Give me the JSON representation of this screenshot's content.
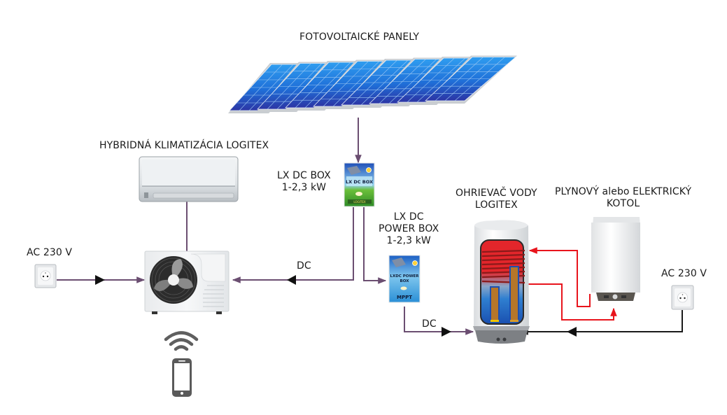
{
  "labels": {
    "pv_panels": "FOTOVOLTAICKÉ PANELY",
    "hybrid_ac": "HYBRIDNÁ KLIMATIZÁCIA LOGITEX",
    "dc_box_line1": "LX DC BOX",
    "dc_box_line2": "1-2,3 kW",
    "power_box_line1": "LX DC",
    "power_box_line2": "POWER BOX",
    "power_box_line3": "1-2,3 kW",
    "water_heater_line1": "OHRIEVAČ VODY",
    "water_heater_line2": "LOGITEX",
    "boiler_line1": "PLYNOVÝ alebo ELEKTRICKÝ",
    "boiler_line2": "KOTOL",
    "ac_left": "AC 230 V",
    "ac_right": "AC 230 V",
    "dc_left": "DC",
    "dc_right": "DC"
  },
  "device_texts": {
    "dc_box_face": "LX DC BOX",
    "dc_box_brand": "LOGITEX",
    "power_box_face_1": "LXDC POWER",
    "power_box_face_2": "BOX",
    "power_box_mppt": "MPPT"
  },
  "colors": {
    "dc_line": "#6b4e71",
    "heating_line": "#e8141c",
    "ac_line": "#1a1a1a",
    "panel_blue": "#1e6fd6",
    "panel_dark": "#2a3fa8"
  },
  "icons": [
    "solar-panel-array",
    "indoor-ac-unit",
    "outdoor-ac-unit",
    "wall-socket",
    "wifi-icon",
    "smartphone-icon",
    "dc-box",
    "power-box",
    "water-heater-tank",
    "boiler"
  ]
}
